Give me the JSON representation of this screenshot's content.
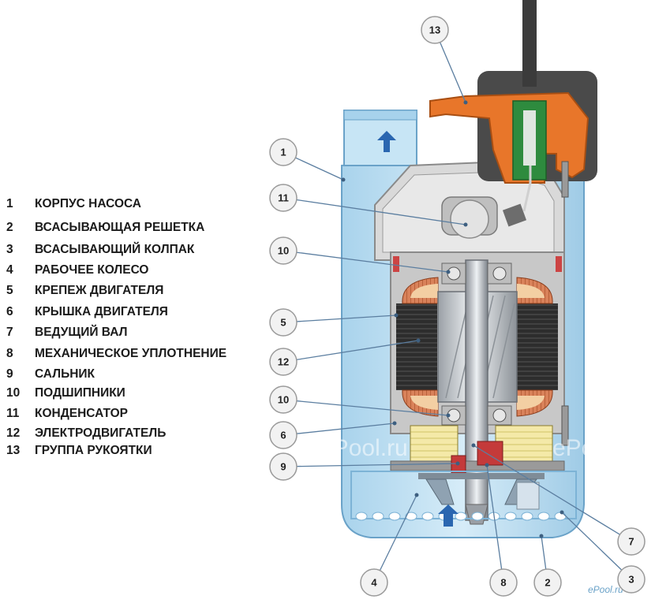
{
  "legend": [
    {
      "num": "1",
      "label": "КОРПУС НАСОСА"
    },
    {
      "num": "2",
      "label": "ВСАСЫВАЮЩАЯ РЕШЕТКА"
    },
    {
      "num": "3",
      "label": "ВСАСЫВАЮЩИЙ КОЛПАК"
    },
    {
      "num": "4",
      "label": "РАБОЧЕЕ КОЛЕСО"
    },
    {
      "num": "5",
      "label": "КРЕПЕЖ ДВИГАТЕЛЯ"
    },
    {
      "num": "6",
      "label": "КРЫШКА ДВИГАТЕЛЯ"
    },
    {
      "num": "7",
      "label": "ВЕДУЩИЙ ВАЛ"
    },
    {
      "num": "8",
      "label": "МЕХАНИЧЕСКОЕ УПЛОТНЕНИЕ"
    },
    {
      "num": "9",
      "label": "САЛЬНИК"
    },
    {
      "num": "10",
      "label": "ПОДШИПНИКИ"
    },
    {
      "num": "11",
      "label": "КОНДЕНСАТОР"
    },
    {
      "num": "12",
      "label": "ЭЛЕКТРОДВИГАТЕЛЬ"
    },
    {
      "num": "13",
      "label": "ГРУППА РУКОЯТКИ"
    }
  ],
  "callouts": [
    "13",
    "1",
    "11",
    "10",
    "5",
    "12",
    "10",
    "6",
    "9",
    "7",
    "4",
    "8",
    "2",
    "3"
  ],
  "watermark": {
    "text_left": "ePool.ru",
    "text_mid": "ePool.ru",
    "text_right": "ePool.ru",
    "corner": "ePool.ru"
  },
  "colors": {
    "body_blue": "#bcdff2",
    "dark_blue": "#5a9ccc",
    "handle_orange": "#e8762a",
    "winding_copper": "#c96a3c",
    "callout_circle": "#f2f2f2"
  }
}
